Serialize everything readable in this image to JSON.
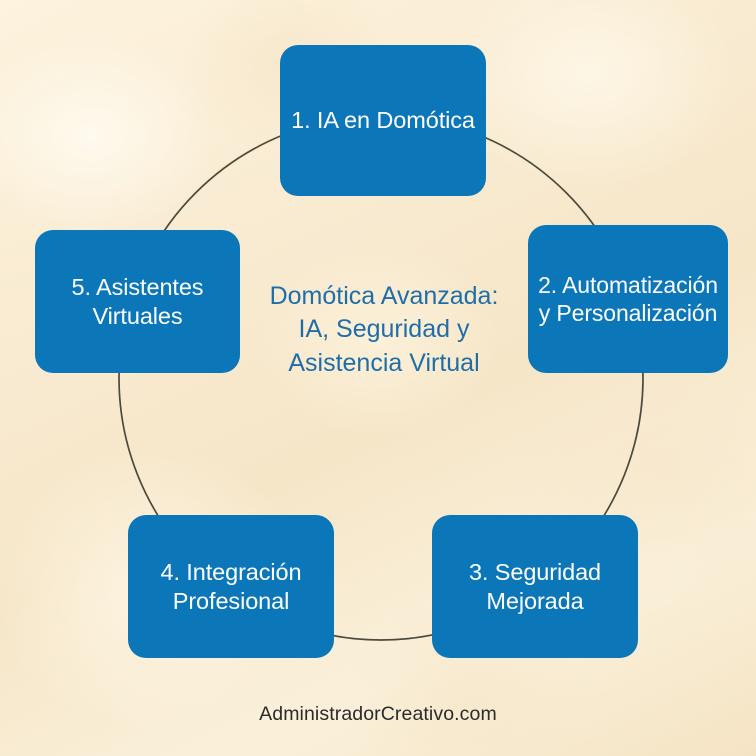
{
  "diagram": {
    "type": "cycle",
    "center_title": "Domótica Avanzada: IA, Seguridad y Asistencia Virtual",
    "accent_color": "#0c77b8",
    "title_color": "#1f6ea8",
    "background_color": "#f7e7c9",
    "connector_color": "#4c4a3c",
    "nodes": [
      {
        "id": "1",
        "label": "1. IA en Domótica"
      },
      {
        "id": "2",
        "label": "2. Automatización y Personalización"
      },
      {
        "id": "3",
        "label": "3. Seguridad Mejorada"
      },
      {
        "id": "4",
        "label": "4. Integración Profesional"
      },
      {
        "id": "5",
        "label": "5. Asistentes Virtuales"
      }
    ]
  },
  "footer": {
    "watermark": "AdministradorCreativo.com"
  }
}
